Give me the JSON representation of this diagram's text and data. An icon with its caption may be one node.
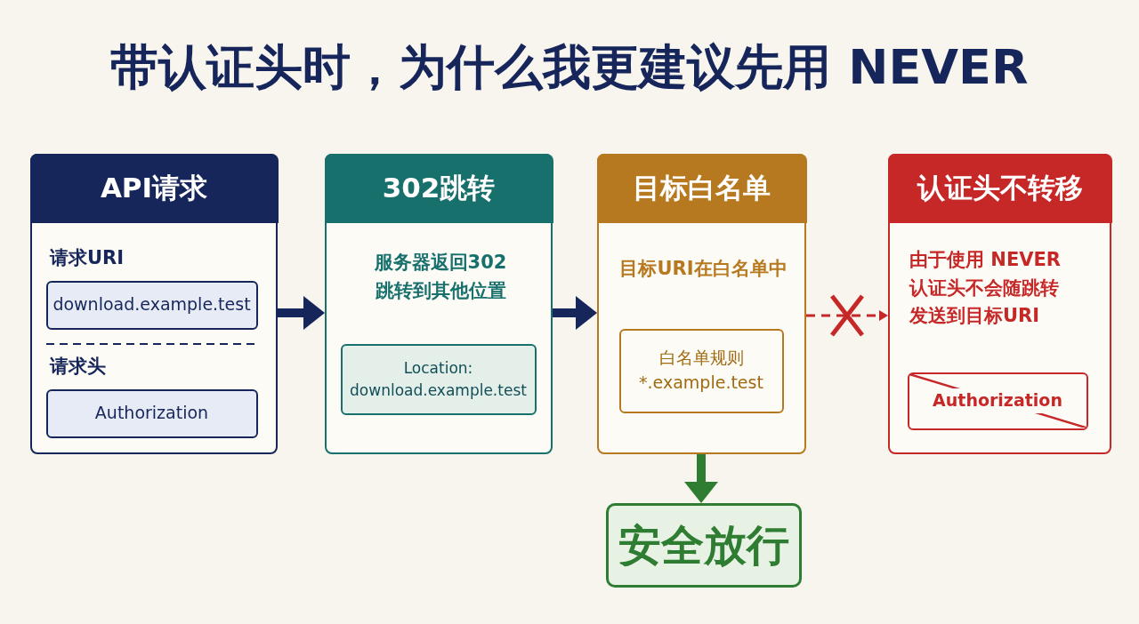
{
  "diagram": {
    "title": "带认证头时，为什么我更建议先用 NEVER",
    "nodes": [
      {
        "text": [
          "API请求",
          "请求URI",
          "请求头"
        ]
      },
      {
        "text": [
          "download.example.test"
        ],
        "in": 0
      },
      {
        "text": [
          "Authorization"
        ],
        "in": 0
      },
      {
        "text": [
          "302跳转",
          "服务器返回302跳转到其他位置"
        ]
      },
      {
        "text": [
          "Location: download.example.test"
        ],
        "in": 3
      },
      {
        "text": [
          "目标白名单",
          "目标URI在白名单中"
        ]
      },
      {
        "text": [
          "白名单规则",
          "*.example.test"
        ],
        "in": 5
      },
      {
        "text": [
          "认证头不转移",
          "由于使用 NEVER认证头不会随跳转发送到目标URI"
        ]
      },
      {
        "text": [
          "Authorization"
        ],
        "in": 7
      },
      {
        "text": [
          "安全放行"
        ]
      }
    ],
    "edges": [
      {
        "from": 0,
        "to": 3,
        "arrow": "to"
      },
      {
        "from": 3,
        "to": 5,
        "arrow": "to"
      },
      {
        "from": 5,
        "to": 7,
        "arrow": "to",
        "style": "dashed",
        "color": "#c62828"
      },
      {
        "from": 5,
        "to": 9,
        "arrow": "to",
        "color": "#2e7d32"
      }
    ]
  }
}
